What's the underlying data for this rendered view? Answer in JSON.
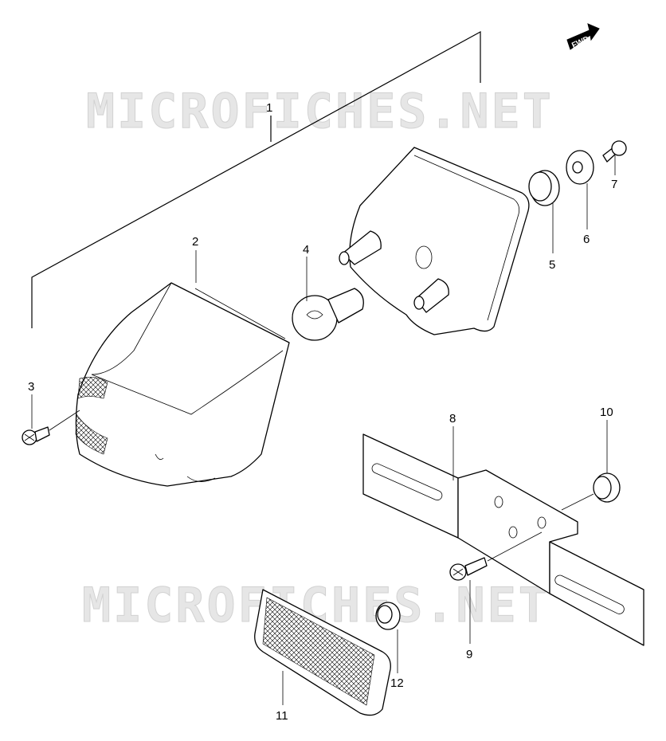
{
  "watermark": {
    "text": "MICROFICHES.NET"
  },
  "fwd_label": "FWD",
  "callouts": {
    "c1": "1",
    "c2": "2",
    "c3": "3",
    "c4": "4",
    "c5": "5",
    "c6": "6",
    "c7": "7",
    "c8": "8",
    "c9": "9",
    "c10": "10",
    "c11": "11",
    "c12": "12"
  }
}
